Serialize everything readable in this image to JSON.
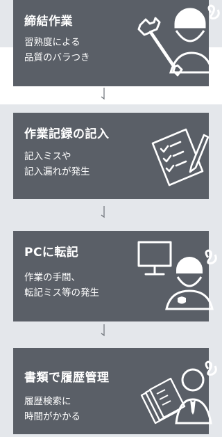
{
  "steps": [
    {
      "title": "締結作業",
      "desc": [
        "習熟度による",
        "品質のバラつき"
      ],
      "icon": "wrench-worker-icon"
    },
    {
      "title": "作業記録の記入",
      "desc": [
        "記入ミスや",
        "記入漏れが発生"
      ],
      "icon": "checklist-pen-icon"
    },
    {
      "title": "PCに転記",
      "desc": [
        "作業の手間、",
        "転記ミス等の発生"
      ],
      "icon": "monitor-worker-icon"
    },
    {
      "title": "書類で履歴管理",
      "desc": [
        "履歴検索に",
        "時間がかかる"
      ],
      "icon": "documents-manager-icon"
    }
  ],
  "colors": {
    "card_bg": "#5a5f67",
    "band_bg": "#e4e7eb",
    "text": "#ffffff",
    "connector": "#6d7278"
  }
}
